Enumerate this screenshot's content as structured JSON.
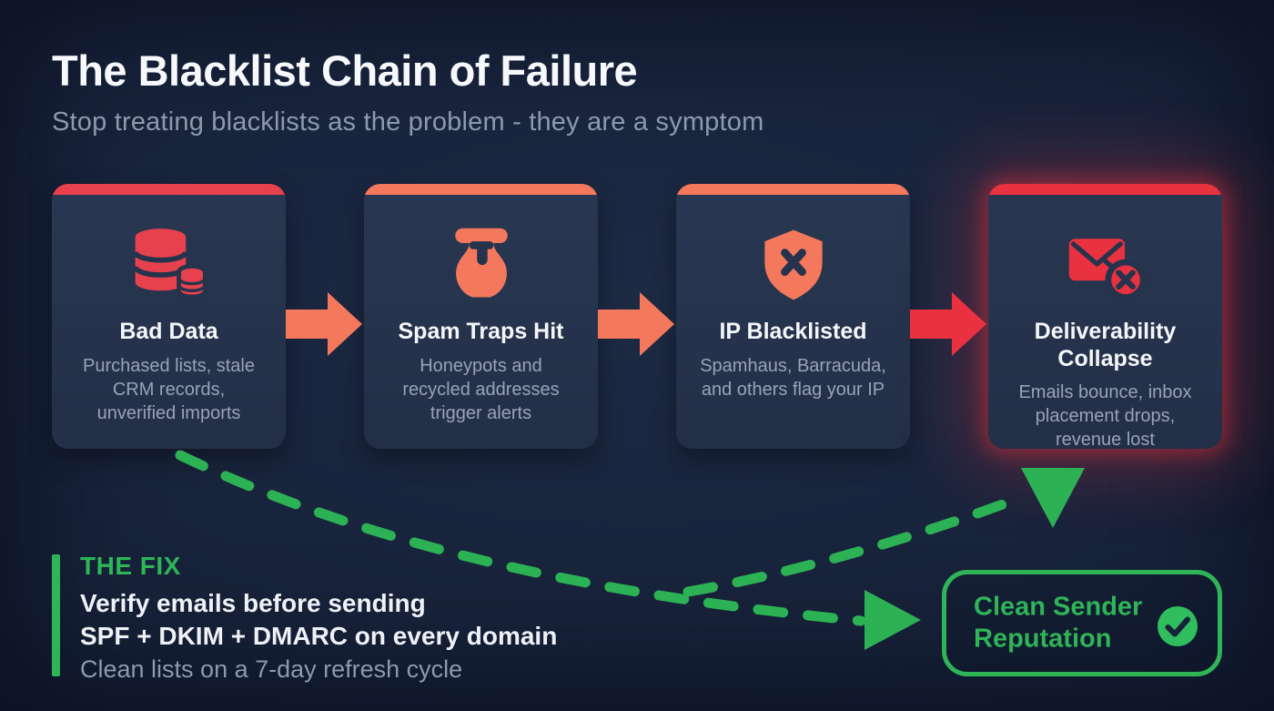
{
  "header": {
    "title": "The Blacklist Chain of Failure",
    "subtitle": "Stop treating blacklists as the problem - they are a symptom"
  },
  "chain": {
    "cards": [
      {
        "title": "Bad Data",
        "description": "Purchased lists, stale CRM records, unverified imports",
        "icon": "database-icon",
        "accent": "#e8414e"
      },
      {
        "title": "Spam Traps Hit",
        "description": "Honeypots and recycled addresses trigger alerts",
        "icon": "honeypot-icon",
        "accent": "#f4795c"
      },
      {
        "title": "IP Blacklisted",
        "description": "Spamhaus, Barracuda, and others flag your IP",
        "icon": "shield-x-icon",
        "accent": "#f4795c"
      },
      {
        "title": "Deliverability Collapse",
        "description": "Emails bounce, inbox placement drops, revenue lost",
        "icon": "email-x-icon",
        "accent": "#e8323f",
        "glow": true
      }
    ],
    "arrow_colors": [
      "#f4795c",
      "#f4795c",
      "#e93140"
    ]
  },
  "fix": {
    "label": "THE FIX",
    "lines": [
      {
        "text": "Verify emails before sending",
        "style": "bold"
      },
      {
        "text": "SPF + DKIM + DMARC on every domain",
        "style": "bold"
      },
      {
        "text": "Clean lists on a 7-day refresh cycle",
        "style": "muted"
      }
    ]
  },
  "outcome": {
    "label": "Clean Sender Reputation",
    "icon": "check-circle-icon"
  },
  "colors": {
    "background": "#16203a",
    "card_body": "#26334c",
    "success_green": "#2db155",
    "danger_red": "#e8323f",
    "warning_salmon": "#f4795c",
    "muted_text": "#8d99ad"
  }
}
